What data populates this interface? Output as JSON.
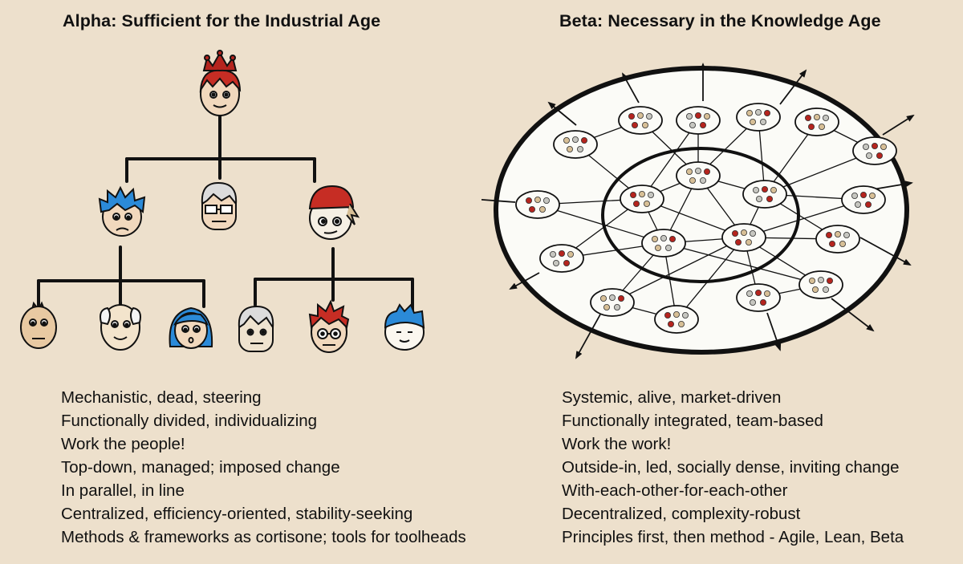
{
  "alpha": {
    "title": "Alpha: Sufficient for the Industrial Age",
    "points": [
      "Mechanistic, dead, steering",
      "Functionally divided, individualizing",
      "Work the people!",
      "Top-down, managed; imposed change",
      "In parallel, in line",
      "Centralized, efficiency-oriented, stability-seeking",
      "Methods & frameworks as cortisone; tools for toolheads"
    ]
  },
  "beta": {
    "title": "Beta: Necessary in the Knowledge Age",
    "points": [
      "Systemic, alive, market-driven",
      "Functionally integrated, team-based",
      "Work the work!",
      "Outside-in, led, socially dense, inviting change",
      "With-each-other-for-each-other",
      "Decentralized, complexity-robust",
      "Principles first, then method - Agile, Lean, Beta"
    ]
  },
  "style": {
    "background": "#ede0cc",
    "ink": "#111111",
    "oval_fill": "#fbfbf7",
    "team_red": "#b5241e",
    "team_tan": "#d7bf96",
    "team_grey": "#c6c6c0"
  }
}
